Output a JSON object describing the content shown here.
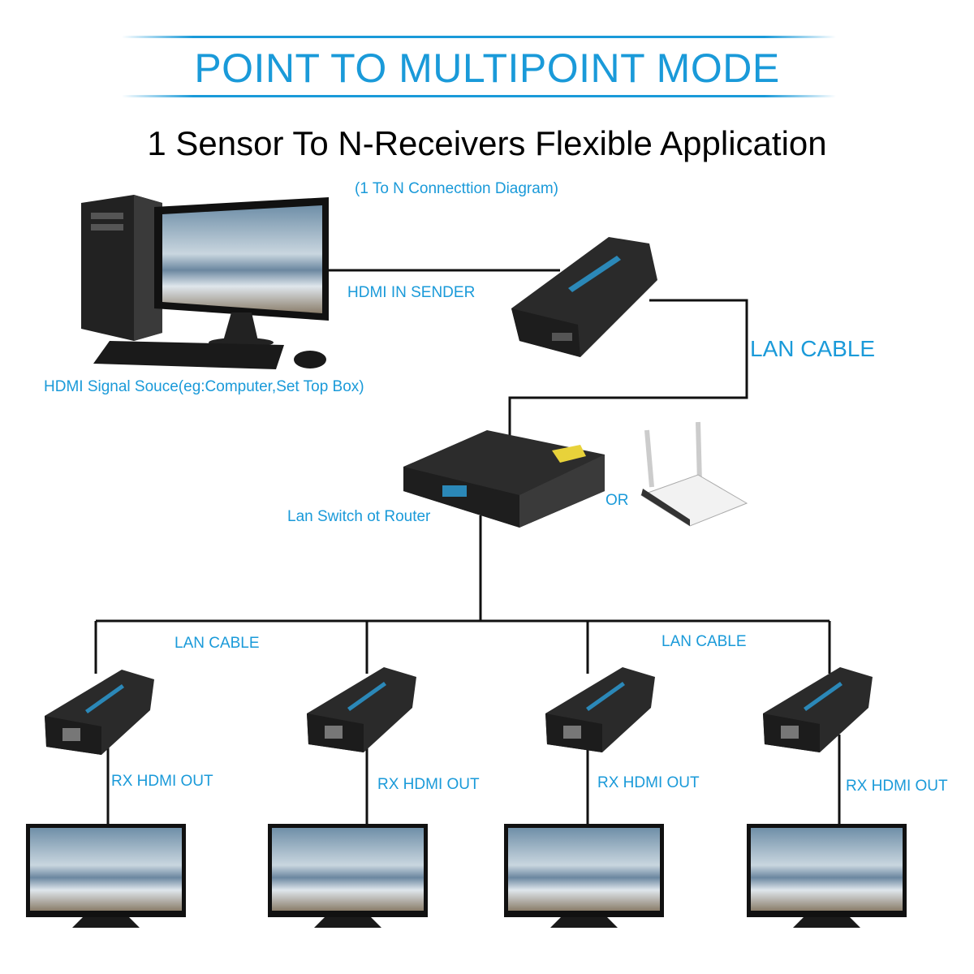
{
  "header": {
    "title": "POINT TO MULTIPOINT MODE",
    "subtitle": "1 Sensor To N-Receivers Flexible Application",
    "diagram_caption": "(1 To N Connecttion Diagram)"
  },
  "labels": {
    "sender": "HDMI IN SENDER",
    "source": "HDMI Signal Souce(eg:Computer,Set Top Box)",
    "lan_cable_main": "LAN CABLE",
    "switch": "Lan Switch ot Router",
    "or": "OR",
    "lan_cable_left": "LAN CABLE",
    "lan_cable_right": "LAN CABLE",
    "receivers": [
      "RX HDMI OUT",
      "RX HDMI OUT",
      "RX HDMI OUT",
      "RX HDMI OUT"
    ]
  },
  "colors": {
    "accent": "#1a9ad9",
    "wire": "#111111",
    "device": "#2a2a2a"
  }
}
